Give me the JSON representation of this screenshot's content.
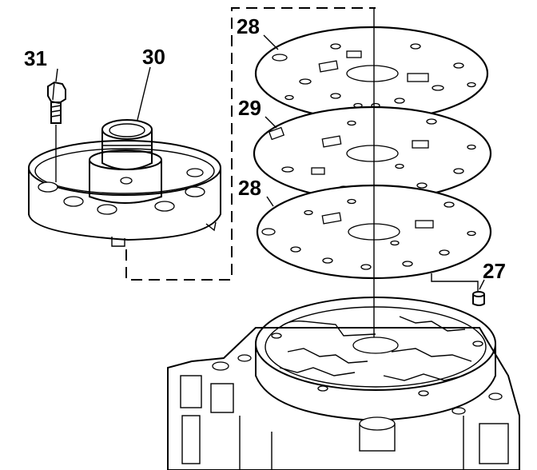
{
  "callouts": {
    "bolt": "31",
    "cover": "30",
    "spacer_plate_gasket_upper": "28",
    "spacer_plate": "29",
    "spacer_plate_gasket_lower": "28",
    "check_ball": "27"
  }
}
